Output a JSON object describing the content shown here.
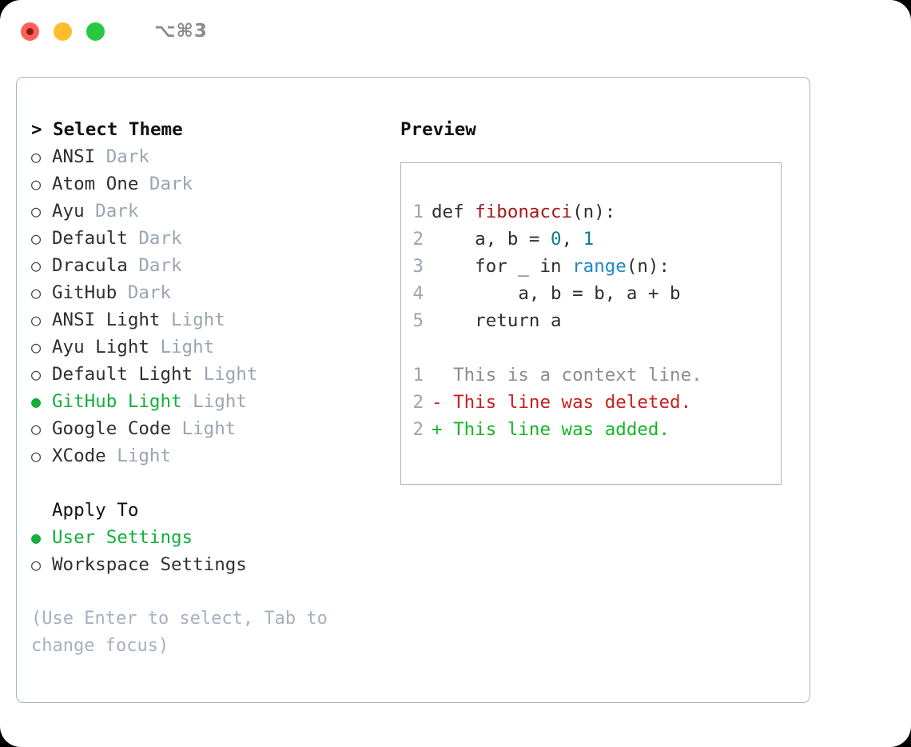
{
  "titlebar": {
    "shortcut": "⌥⌘3",
    "lights": [
      {
        "name": "close",
        "color": "#ff6059"
      },
      {
        "name": "minimize",
        "color": "#ffbd2e"
      },
      {
        "name": "maximize",
        "color": "#28c840"
      }
    ]
  },
  "left": {
    "header": "> Select Theme",
    "themes": [
      {
        "bullet": "○",
        "name": "ANSI",
        "mode": " Dark",
        "selected": false
      },
      {
        "bullet": "○",
        "name": "Atom One",
        "mode": " Dark",
        "selected": false
      },
      {
        "bullet": "○",
        "name": "Ayu",
        "mode": " Dark",
        "selected": false
      },
      {
        "bullet": "○",
        "name": "Default",
        "mode": " Dark",
        "selected": false
      },
      {
        "bullet": "○",
        "name": "Dracula",
        "mode": " Dark",
        "selected": false
      },
      {
        "bullet": "○",
        "name": "GitHub",
        "mode": " Dark",
        "selected": false
      },
      {
        "bullet": "○",
        "name": "ANSI Light",
        "mode": " Light",
        "selected": false
      },
      {
        "bullet": "○",
        "name": "Ayu Light",
        "mode": " Light",
        "selected": false
      },
      {
        "bullet": "○",
        "name": "Default Light",
        "mode": " Light",
        "selected": false
      },
      {
        "bullet": "●",
        "name": "GitHub Light",
        "mode": " Light",
        "selected": true
      },
      {
        "bullet": "○",
        "name": "Google Code",
        "mode": " Light",
        "selected": false
      },
      {
        "bullet": "○",
        "name": "XCode",
        "mode": " Light",
        "selected": false
      }
    ],
    "apply_to": {
      "title": "Apply To",
      "options": [
        {
          "bullet": "●",
          "label": "User Settings",
          "selected": true
        },
        {
          "bullet": "○",
          "label": "Workspace Settings",
          "selected": false
        }
      ]
    },
    "hint": "(Use Enter to select, Tab to change focus)"
  },
  "right": {
    "title": "Preview",
    "code_lines": [
      {
        "gutter": "1",
        "tokens": [
          {
            "t": "def ",
            "c": "plain"
          },
          {
            "t": "fibonacci",
            "c": "fn"
          },
          {
            "t": "(n):",
            "c": "plain"
          }
        ]
      },
      {
        "gutter": "2",
        "tokens": [
          {
            "t": "    a, b = ",
            "c": "plain"
          },
          {
            "t": "0",
            "c": "num"
          },
          {
            "t": ", ",
            "c": "plain"
          },
          {
            "t": "1",
            "c": "num"
          }
        ]
      },
      {
        "gutter": "3",
        "tokens": [
          {
            "t": "    for _ in ",
            "c": "plain"
          },
          {
            "t": "range",
            "c": "builtin"
          },
          {
            "t": "(n):",
            "c": "plain"
          }
        ]
      },
      {
        "gutter": "4",
        "tokens": [
          {
            "t": "        a, b = b, a + b",
            "c": "plain"
          }
        ]
      },
      {
        "gutter": "5",
        "tokens": [
          {
            "t": "    return a",
            "c": "plain"
          }
        ]
      }
    ],
    "diff_lines": [
      {
        "gutter": "1",
        "marker": "  ",
        "text": "This is a context line.",
        "kind": "context"
      },
      {
        "gutter": "2",
        "marker": "- ",
        "text": "This line was deleted.",
        "kind": "del"
      },
      {
        "gutter": "2",
        "marker": "+ ",
        "text": "This line was added.",
        "kind": "add"
      }
    ]
  },
  "colors": {
    "accent_green": "#14ae3c",
    "border": "#a9b4c2",
    "muted": "#9aa5b1",
    "fn_red": "#a61717",
    "num_teal": "#0e7c86",
    "builtin_blue": "#1e88c7",
    "diff_del": "#c8201c",
    "diff_add": "#16b522"
  }
}
